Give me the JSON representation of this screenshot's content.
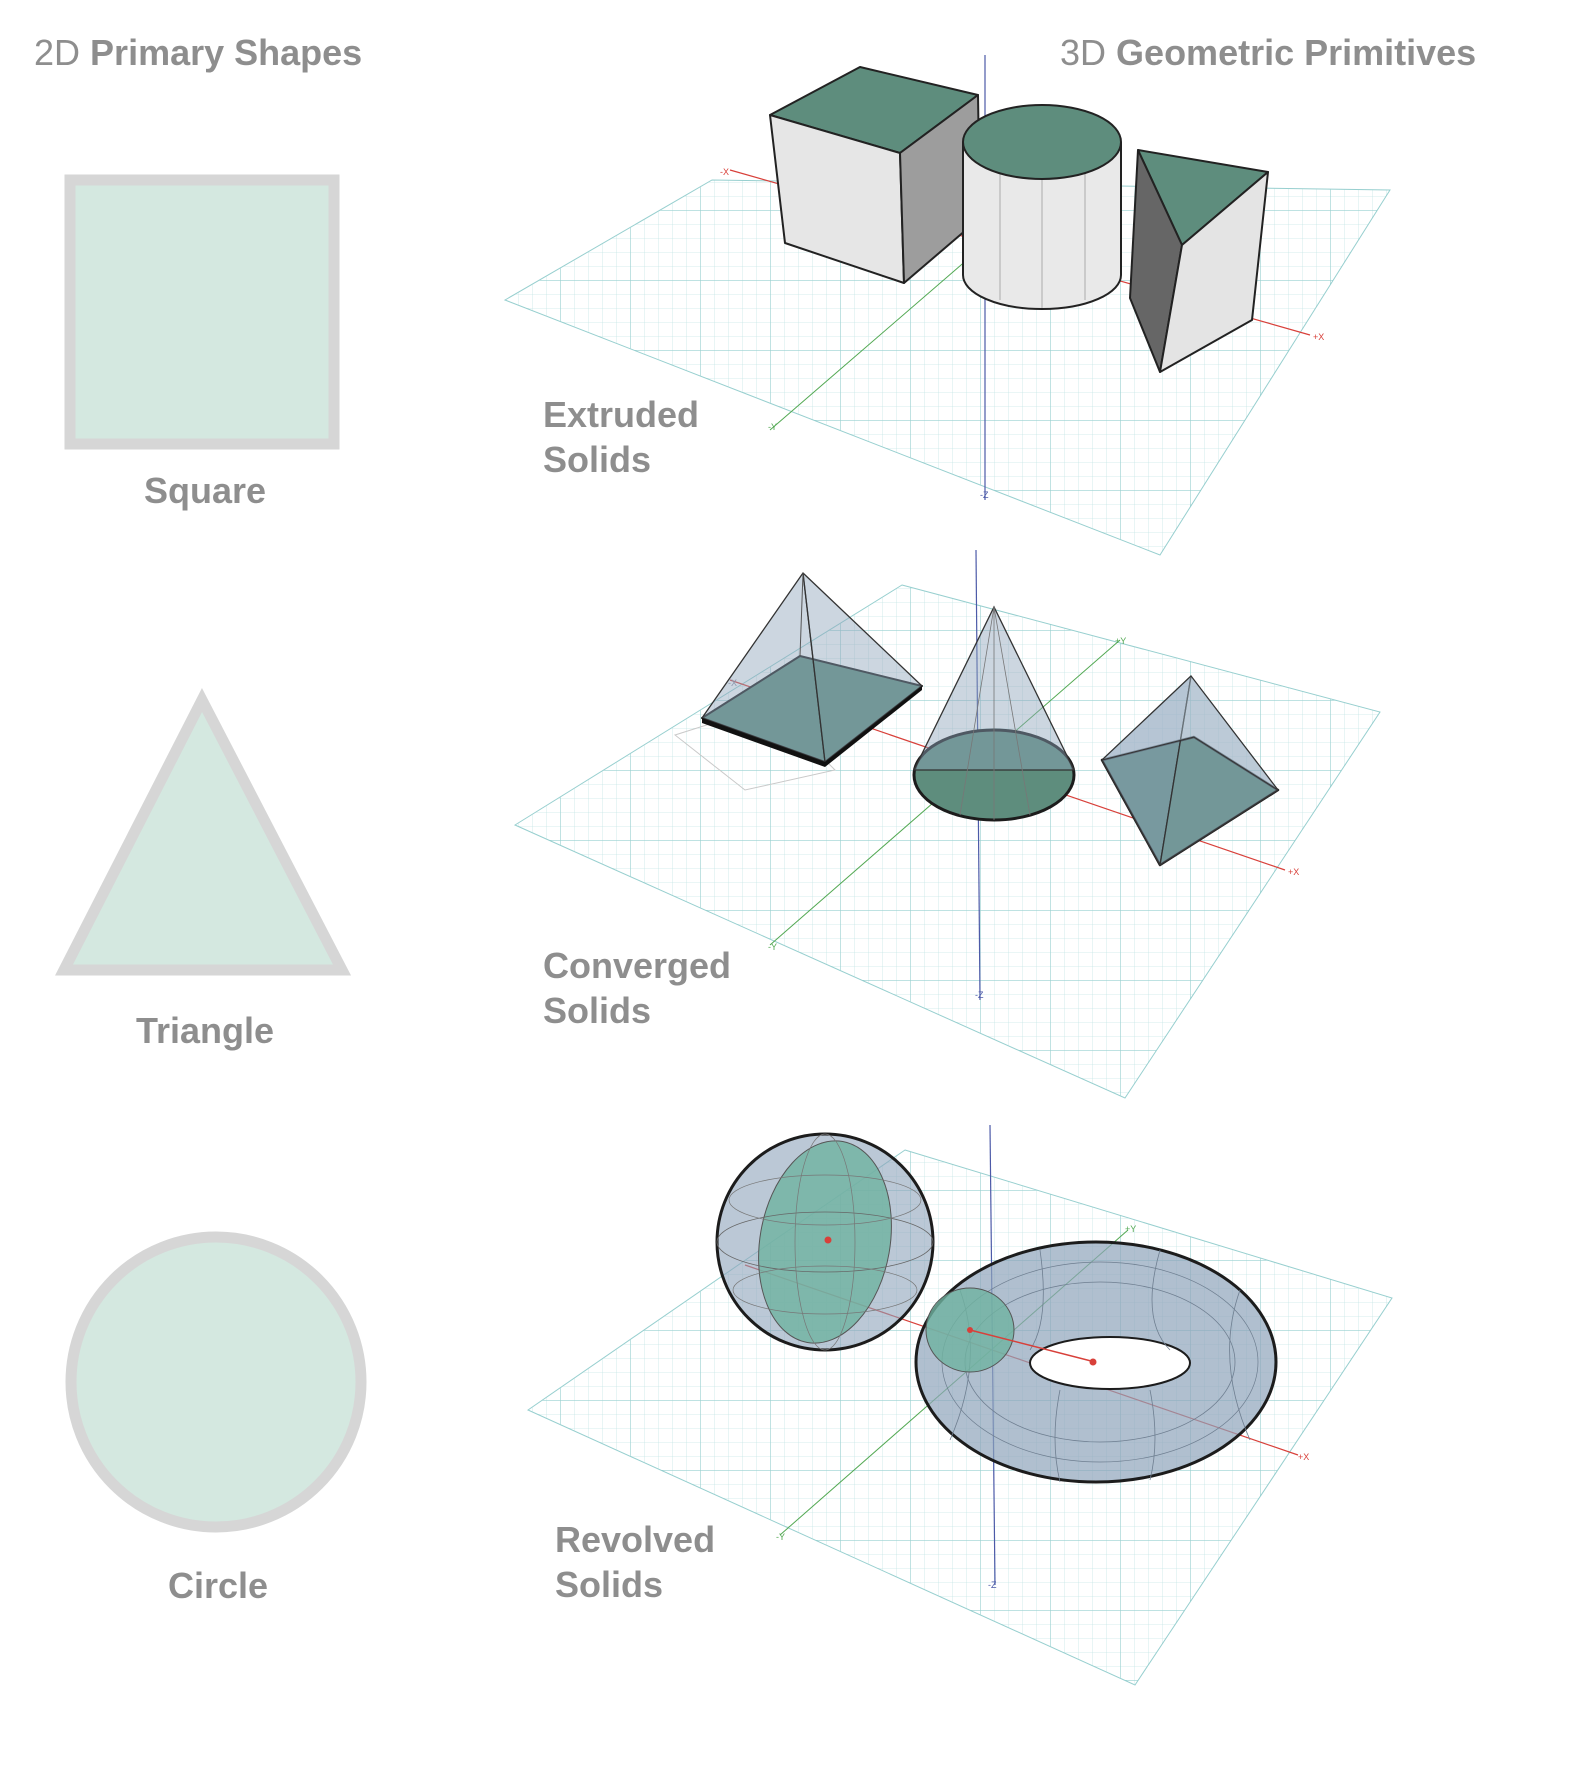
{
  "headings": {
    "left": {
      "prefix": "2D",
      "title": "Primary Shapes"
    },
    "right": {
      "prefix": "3D",
      "title": "Geometric Primitives"
    }
  },
  "shapes_2d": [
    {
      "name": "square",
      "label": "Square"
    },
    {
      "name": "triangle",
      "label": "Triangle"
    },
    {
      "name": "circle",
      "label": "Circle"
    }
  ],
  "groups_3d": [
    {
      "line1": "Extruded",
      "line2": "Solids",
      "solids": [
        "cube",
        "cylinder",
        "triangular-prism"
      ]
    },
    {
      "line1": "Converged",
      "line2": "Solids",
      "solids": [
        "pyramid",
        "cone",
        "octahedron"
      ]
    },
    {
      "line1": "Revolved",
      "line2": "Solids",
      "solids": [
        "sphere",
        "torus"
      ]
    }
  ],
  "axis_labels": {
    "x": "+X",
    "neg_x": "-X",
    "y": "+Y",
    "neg_y": "-Y",
    "z": "-Z"
  },
  "colors": {
    "shape_fill": "#d4e8e0",
    "shape_border": "#d6d6d6",
    "teal_face": "#5e8d7d",
    "light_face": "#e4e4e4",
    "dark_face": "#6b6b6b",
    "glass_blue": "#8ea4bb",
    "grid_line": "#a8d8d8",
    "axis_red": "#d8403a",
    "axis_blue": "#4c5aa8",
    "axis_green": "#52a852",
    "text": "#8e8e8e"
  }
}
